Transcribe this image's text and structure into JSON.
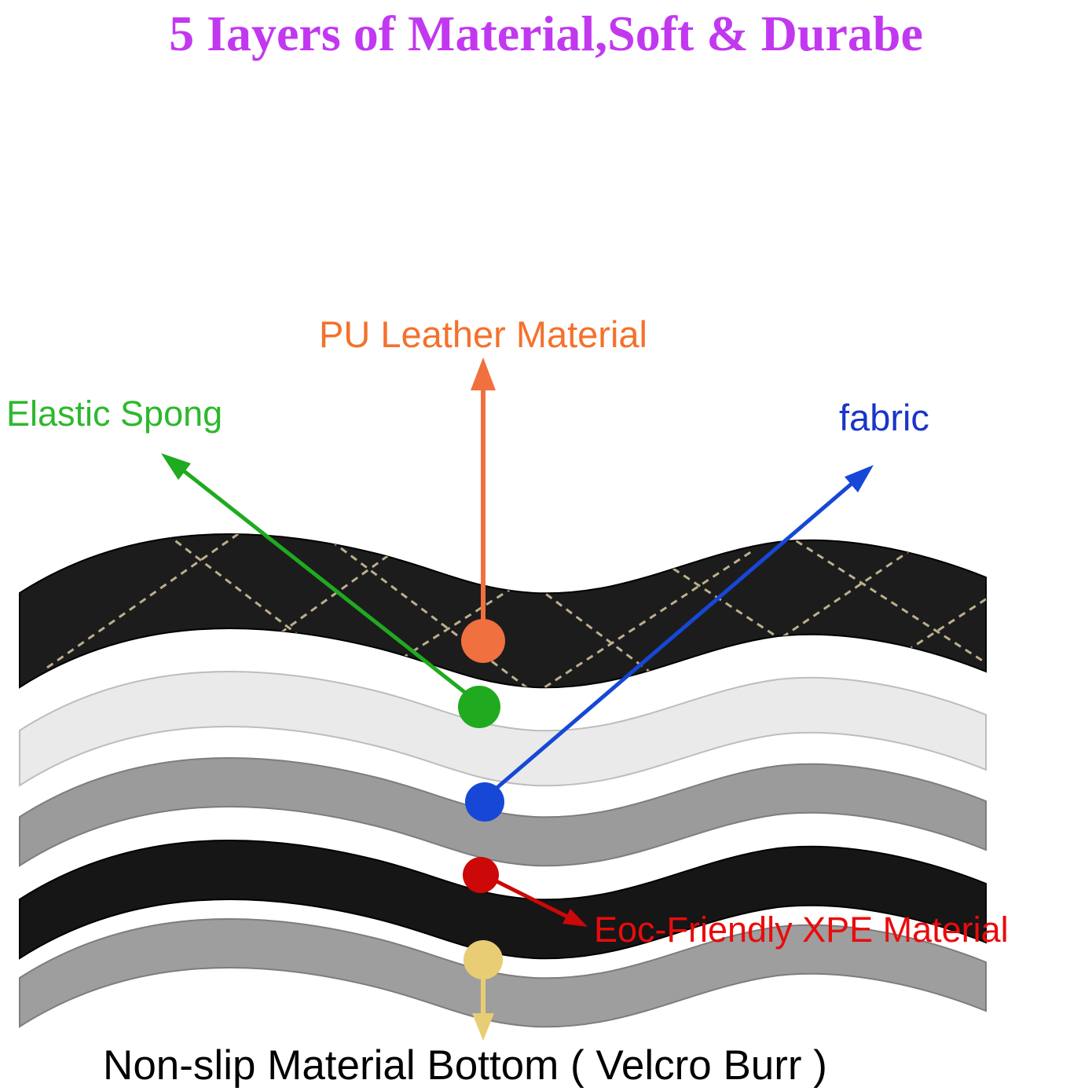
{
  "title": {
    "text": "5 Iayers of Material,Soft & Durabe",
    "color": "#c238f0"
  },
  "callouts": {
    "pu_leather": {
      "label": "PU Leather Material",
      "color": "#f4712c",
      "dot_color": "#f07040"
    },
    "elastic_sponge": {
      "label": "Elastic Spong",
      "color": "#2db82d",
      "dot_color": "#1faa1f"
    },
    "fabric": {
      "label": "fabric",
      "color": "#1a35c8",
      "dot_color": "#1747d6"
    },
    "xpe": {
      "label": "Eoc-Friendly XPE Material",
      "color": "#ea0b0b",
      "dot_color": "#cc0808"
    },
    "non_slip": {
      "label": "Non-slip Material Bottom ( Velcro Burr )",
      "color": "#000000",
      "dot_color": "#e9cd74"
    }
  },
  "layers": [
    {
      "role": "pu_leather",
      "color": "#1c1c1c"
    },
    {
      "role": "elastic_sponge",
      "color": "#e9e9e9"
    },
    {
      "role": "fabric",
      "color": "#9b9b9b"
    },
    {
      "role": "xpe",
      "color": "#161616"
    },
    {
      "role": "non_slip",
      "color": "#9e9e9e"
    }
  ]
}
